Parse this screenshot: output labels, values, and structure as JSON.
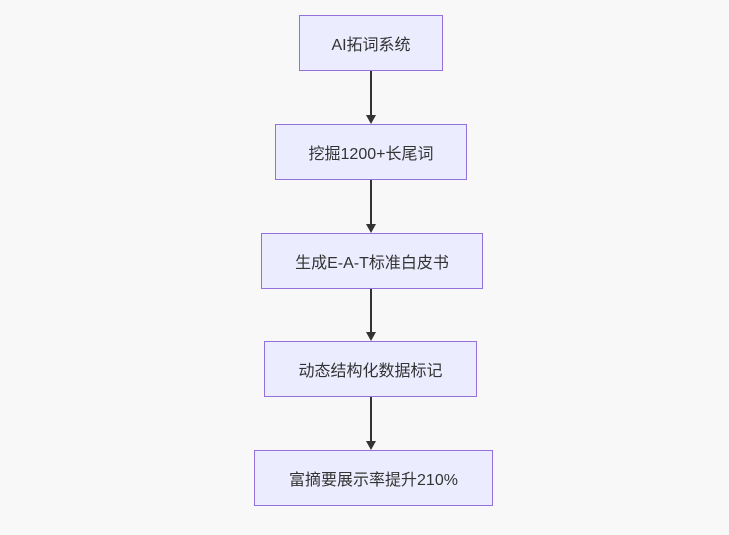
{
  "diagram": {
    "type": "flowchart-top-down",
    "nodes": [
      {
        "label": "AI拓词系统"
      },
      {
        "label": "挖掘1200+长尾词"
      },
      {
        "label": "生成E-A-T标准白皮书"
      },
      {
        "label": "动态结构化数据标记"
      },
      {
        "label": "富摘要展示率提升210%"
      }
    ],
    "edges": [
      {
        "from": "AI拓词系统",
        "to": "挖掘1200+长尾词"
      },
      {
        "from": "挖掘1200+长尾词",
        "to": "生成E-A-T标准白皮书"
      },
      {
        "from": "生成E-A-T标准白皮书",
        "to": "动态结构化数据标记"
      },
      {
        "from": "动态结构化数据标记",
        "to": "富摘要展示率提升210%"
      }
    ]
  },
  "colors": {
    "node_fill": "#ECECFF",
    "node_border": "#9370DB",
    "arrow": "#333333",
    "text": "#333333",
    "background": "#f8f8f8"
  }
}
